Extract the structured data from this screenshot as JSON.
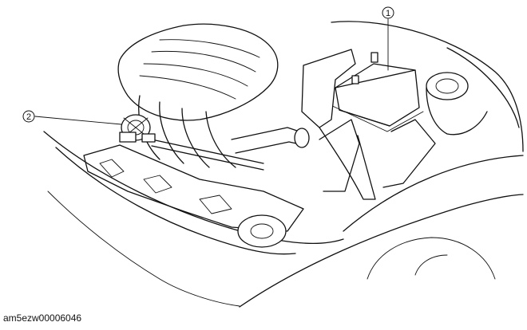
{
  "figure": {
    "callouts": [
      {
        "number": "1"
      },
      {
        "number": "2"
      }
    ],
    "caption": "am5ezw00006046"
  }
}
